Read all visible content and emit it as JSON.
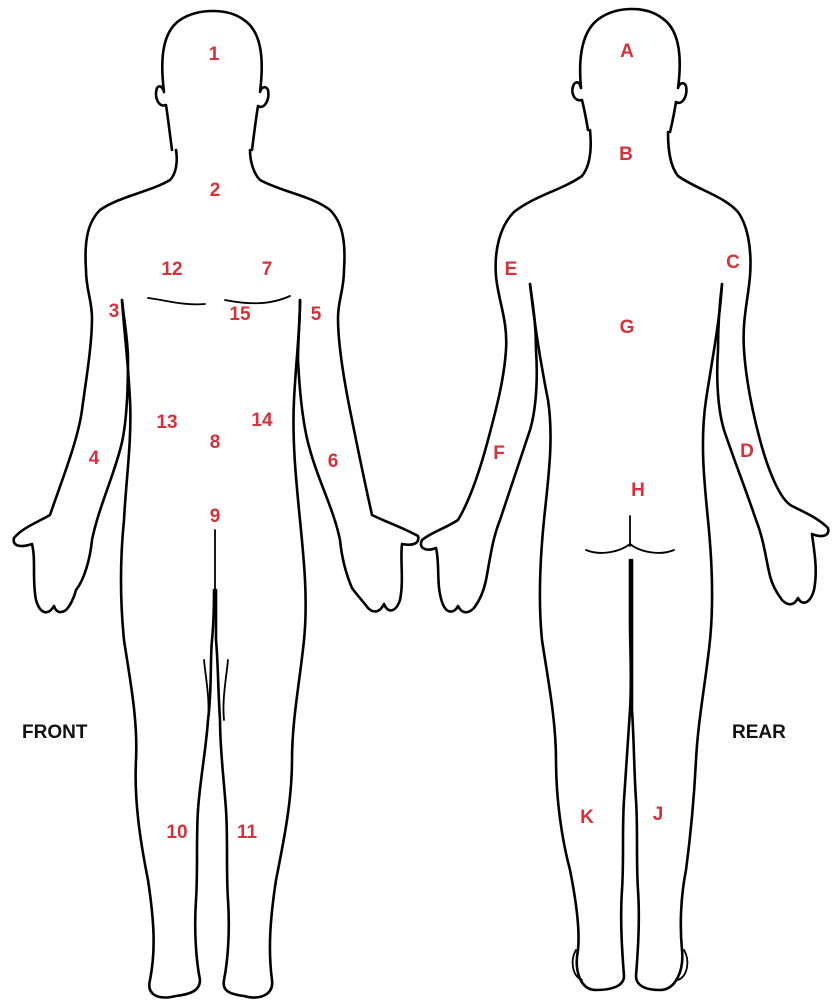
{
  "colors": {
    "marker": "#d9303a",
    "outline": "#000000",
    "label": "#111111",
    "background": "#ffffff"
  },
  "views": {
    "front": {
      "label": "FRONT",
      "markers": [
        "1",
        "2",
        "12",
        "7",
        "3",
        "15",
        "5",
        "13",
        "14",
        "8",
        "4",
        "6",
        "9",
        "10",
        "11"
      ]
    },
    "rear": {
      "label": "REAR",
      "markers": [
        "A",
        "B",
        "E",
        "C",
        "G",
        "F",
        "D",
        "H",
        "K",
        "J"
      ]
    }
  }
}
